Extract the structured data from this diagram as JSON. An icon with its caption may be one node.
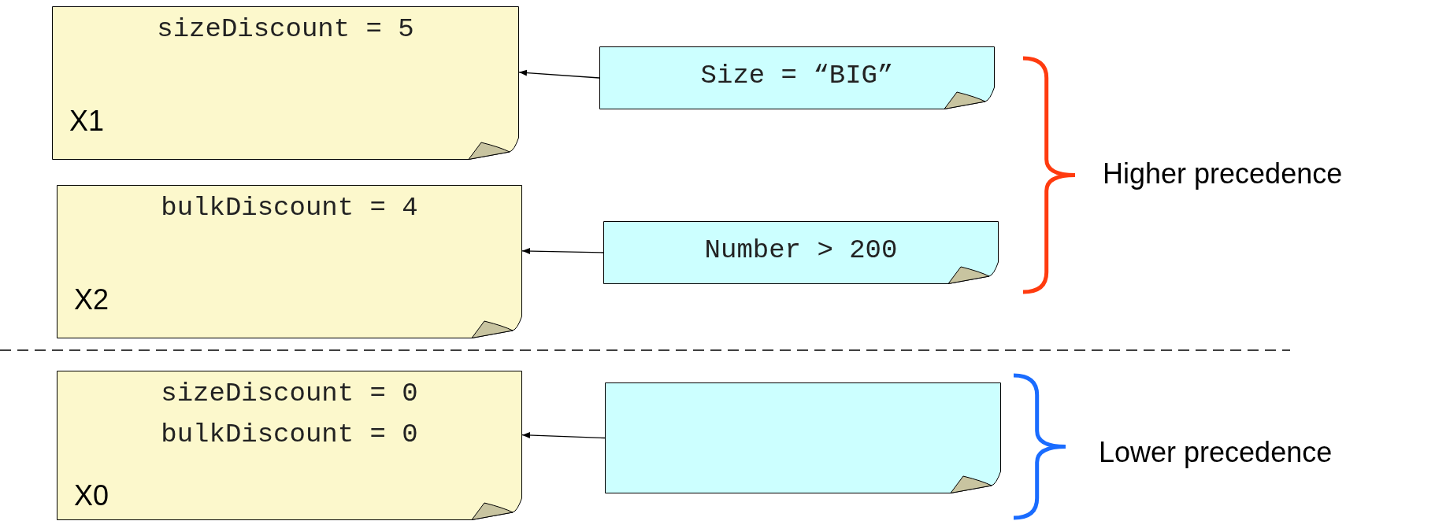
{
  "diagram": {
    "nodes": [
      {
        "text": [
          "sizeDiscount = 5",
          "X1"
        ]
      },
      {
        "text": [
          "Size = “BIG”"
        ]
      },
      {
        "text": [
          "bulkDiscount = 4",
          "X2"
        ]
      },
      {
        "text": [
          "Number > 200"
        ]
      },
      {
        "text": [
          "sizeDiscount = 0",
          "bulkDiscount = 0",
          "X0"
        ]
      },
      {
        "text": [],
        "shape": "box"
      }
    ],
    "edges": [
      {
        "from": 1,
        "to": 0,
        "arrow": "to"
      },
      {
        "from": 3,
        "to": 2,
        "arrow": "to"
      },
      {
        "from": 5,
        "to": 4,
        "arrow": "to"
      }
    ],
    "labels": [
      "Higher precedence",
      "Lower precedence"
    ]
  }
}
